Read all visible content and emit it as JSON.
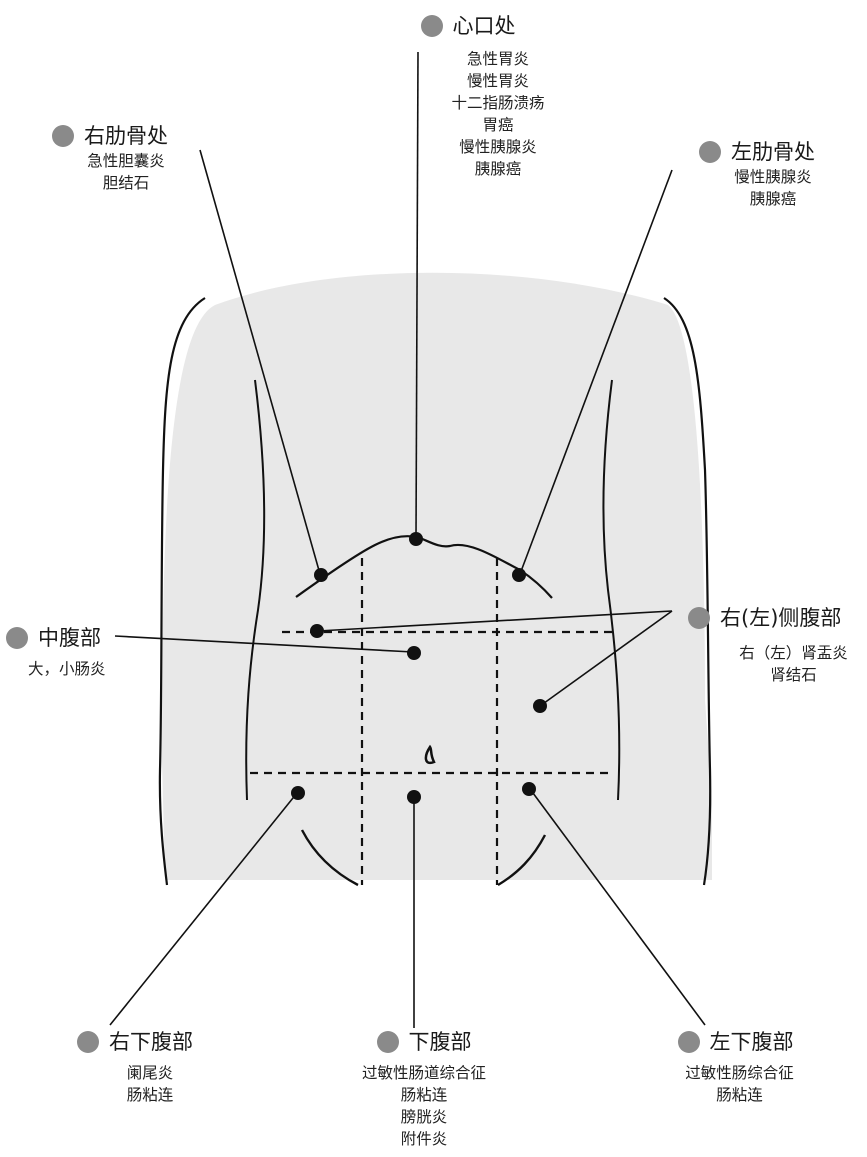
{
  "regions": {
    "epigastric": {
      "title": "心口处",
      "conditions": [
        "急性胃炎",
        "慢性胃炎",
        "十二指肠溃疡",
        "胃癌",
        "慢性胰腺炎",
        "胰腺癌"
      ]
    },
    "right_rib": {
      "title": "右肋骨处",
      "conditions": [
        "急性胆囊炎",
        "胆结石"
      ]
    },
    "left_rib": {
      "title": "左肋骨处",
      "conditions": [
        "慢性胰腺炎",
        "胰腺癌"
      ]
    },
    "middle_abdomen": {
      "title": "中腹部",
      "conditions": [
        "大，小肠炎"
      ]
    },
    "lateral_abdomen": {
      "title": "右(左)侧腹部",
      "conditions": [
        "右（左）肾盂炎",
        "肾结石"
      ]
    },
    "right_lower": {
      "title": "右下腹部",
      "conditions": [
        "阑尾炎",
        "肠粘连"
      ]
    },
    "lower_abdomen": {
      "title": "下腹部",
      "conditions": [
        "过敏性肠道综合征",
        "肠粘连",
        "膀胱炎",
        "附件炎"
      ]
    },
    "left_lower": {
      "title": "左下腹部",
      "conditions": [
        "过敏性肠综合征",
        "肠粘连"
      ]
    }
  },
  "colors": {
    "torso_fill": "#e8e8e8",
    "marker": "#8a8a8a",
    "outline": "#111111"
  }
}
